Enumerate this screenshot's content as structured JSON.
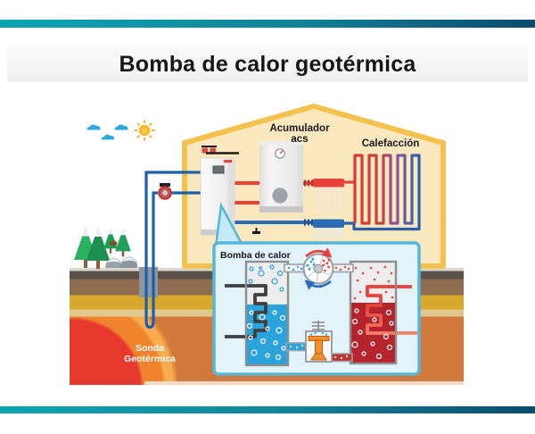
{
  "header": {
    "title": "Bomba de calor geotérmica"
  },
  "diagram": {
    "house": {
      "accumulator_label_line1": "Acumulador",
      "accumulator_label_line2": "acs",
      "heating_label": "Calefacción"
    },
    "inset": {
      "label": "Bomba de calor"
    },
    "ground": {
      "probe_label_line1": "Sonda",
      "probe_label_line2": "Geotérmica"
    }
  },
  "colors": {
    "accent_bar_left": "#0BA6B2",
    "accent_bar_right": "#0A4C6C",
    "title_color": "#161616",
    "house_fill": "#FBE8BE",
    "house_border": "#F2C14E",
    "hot_pipe": "#E8403A",
    "cold_pipe": "#2B6CB8",
    "coil_cold_end": "#2B5FA8",
    "inset_fill": "#E2F3F9",
    "inset_border": "#55B6DD",
    "evaporator_liquid": "#2BA3DC",
    "condenser_liquid": "#B5232D",
    "expansion_valve_orange": "#F0922B",
    "ground_base": "#D1793D",
    "ground_layer_dark": "#5A5047",
    "ground_layer_brown": "#8D6C4F",
    "ground_layer_gold": "#D8A92C",
    "ground_layer_khaki": "#DFC98F",
    "heat_core_red": "#E8392F",
    "heat_ring_orange": "#F0832D",
    "sun_yellow": "#F7B32B",
    "cloud_blue": "#2FA8E0",
    "tree_green": "#22A05A",
    "probe_sleeve_gray": "#8A97A3"
  }
}
